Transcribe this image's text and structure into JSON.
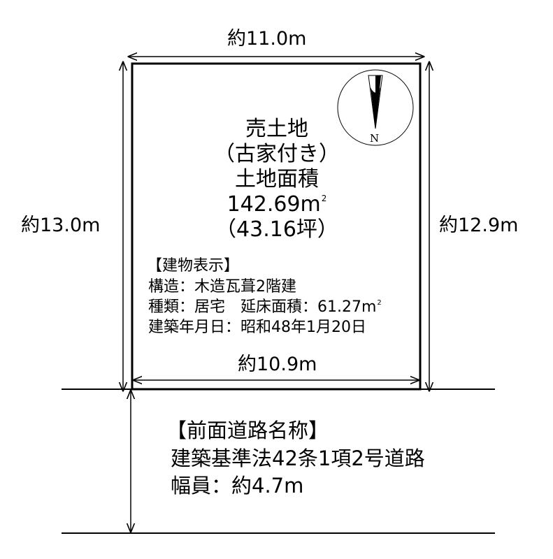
{
  "dimensions": {
    "top": "約11.0m",
    "bottom": "約10.9m",
    "left": "約13.0m",
    "right": "約12.9m"
  },
  "compass": {
    "label": "N"
  },
  "lot_title": {
    "line1": "売土地",
    "line2": "（古家付き）",
    "line3": "土地面積",
    "area_value": "142.69m",
    "area_unit_sup": "2",
    "tsubo": "（43.16坪）"
  },
  "building_info": {
    "heading": "【建物表示】",
    "structure": "構造：木造瓦葺2階建",
    "type_prefix": "種類：居宅　延床面積：61.27m",
    "type_sup": "2",
    "built_date": "建築年月日：昭和48年1月20日"
  },
  "road_info": {
    "heading": "【前面道路名称】",
    "name": "建築基準法42条1項2号道路",
    "width": "幅員：約4.7m"
  }
}
